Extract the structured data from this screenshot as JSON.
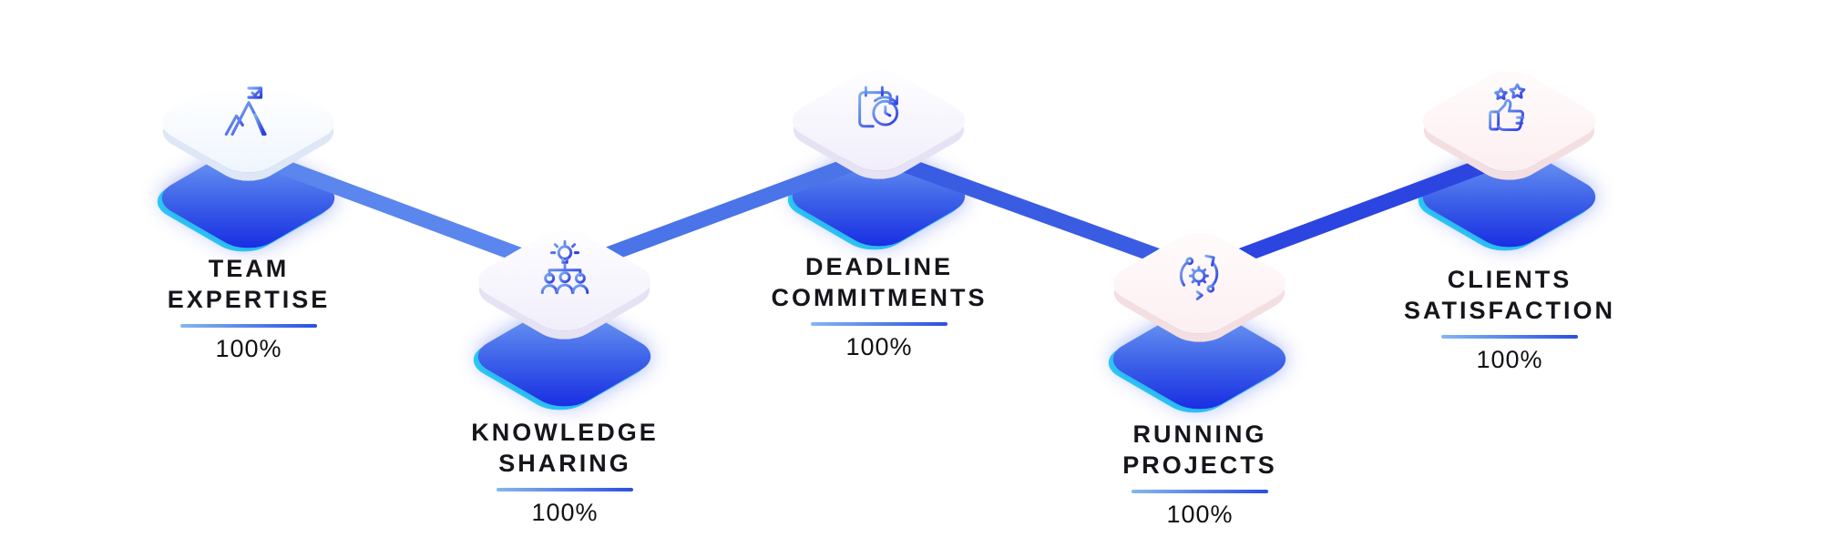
{
  "figure": {
    "items": [
      {
        "id": "team-expertise",
        "line1": "TEAM",
        "line2": "EXPERTISE",
        "percent": "100%",
        "icon": "mountain-flag-icon"
      },
      {
        "id": "knowledge-sharing",
        "line1": "KNOWLEDGE",
        "line2": "SHARING",
        "percent": "100%",
        "icon": "idea-people-icon"
      },
      {
        "id": "deadline-commitments",
        "line1": "DEADLINE",
        "line2": "COMMITMENTS",
        "percent": "100%",
        "icon": "calendar-clock-icon"
      },
      {
        "id": "running-projects",
        "line1": "RUNNING",
        "line2": "PROJECTS",
        "percent": "100%",
        "icon": "process-gear-icon"
      },
      {
        "id": "clients-satisfaction",
        "line1": "CLIENTS",
        "line2": "SATISFACTION",
        "percent": "100%",
        "icon": "thumbs-up-stars-icon"
      }
    ],
    "colors": {
      "connector_segments": [
        "#5b86ee",
        "#4a74e7",
        "#3a5ce3",
        "#2c45e0"
      ],
      "shadow_gradient": [
        "#7aa8f5",
        "#1425e2"
      ],
      "cyan_rim": "#2ed5f6",
      "tile_faces": [
        "#f3f8fe",
        "#f4f2fb",
        "#f4f2fb",
        "#fdf0f2",
        "#fdf0f0"
      ],
      "underline_gradient": [
        "#85b7f0",
        "#2b4fe0"
      ],
      "title_color": "#15151b"
    }
  }
}
